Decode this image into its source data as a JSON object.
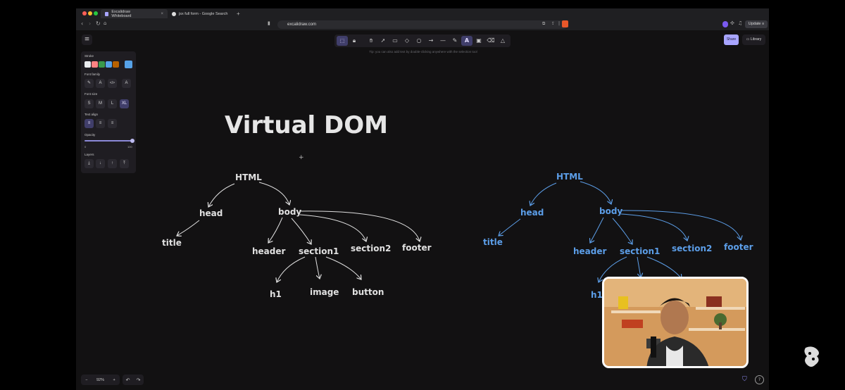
{
  "browser": {
    "tabs": [
      {
        "label": "Excalidraw Whiteboard",
        "active": true
      },
      {
        "label": "jsx full form - Google Search",
        "active": false
      }
    ],
    "new_tab": "+",
    "close": "×",
    "url": "excalidraw.com",
    "update_label": "Update"
  },
  "toolbar": {
    "tools": [
      "lock",
      "hand",
      "selection",
      "rectangle",
      "diamond",
      "ellipse",
      "arrow",
      "line",
      "draw",
      "text",
      "image",
      "eraser",
      "extra-tools"
    ],
    "active_tool": "text",
    "tip": "Tip: you can also add text by double-clicking anywhere with the selection tool"
  },
  "top_right": {
    "share_label": "Share",
    "library_label": "Library"
  },
  "properties": {
    "stroke_label": "Stroke",
    "stroke_colors": [
      "#e9ecef",
      "#ff8383",
      "#3a994c",
      "#56a2e8",
      "#b76100"
    ],
    "stroke_current": "#56a2e8",
    "font_family_label": "Font family",
    "font_size_label": "Font size",
    "font_sizes": [
      "S",
      "M",
      "L",
      "XL"
    ],
    "font_size_active": "XL",
    "text_align_label": "Text align",
    "opacity_label": "Opacity",
    "opacity_min": "0",
    "opacity_max": "100",
    "opacity_value": 100,
    "layers_label": "Layers"
  },
  "footer": {
    "zoom_minus": "−",
    "zoom_level": "92%",
    "zoom_plus": "+"
  },
  "canvas": {
    "title": "Virtual DOM",
    "tree_left": {
      "root": "HTML",
      "head": "head",
      "body": "body",
      "title": "title",
      "header": "header",
      "section1": "section1",
      "section2": "section2",
      "footer": "footer",
      "h1": "h1",
      "image": "image",
      "button": "button"
    },
    "tree_right": {
      "root": "HTML",
      "head": "head",
      "body": "body",
      "title": "title",
      "header": "header",
      "section1": "section1",
      "section2": "section2",
      "footer": "footer",
      "h1": "h1"
    },
    "colors": {
      "left_tree": "#e0e0e0",
      "right_tree": "#5c9ee8",
      "background": "#121112"
    }
  }
}
